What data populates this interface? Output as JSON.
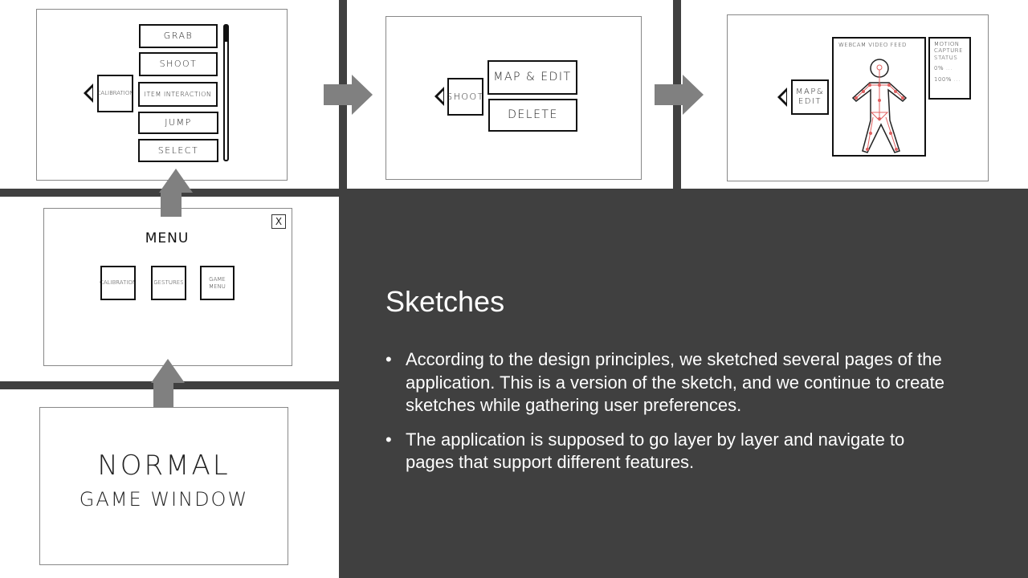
{
  "slide_title": "Sketches",
  "bullets": [
    "According to the design principles, we sketched several pages of the application. This is a version of the sketch, and we continue to create sketches while gathering user preferences.",
    "The application is supposed to go layer by layer and navigate to pages that support different features."
  ],
  "sketch_gestures": {
    "back_label": "CALIBRATION",
    "items": [
      "GRAB",
      "SHOOT",
      "ITEM INTERACTION",
      "JUMP",
      "SELECT"
    ]
  },
  "sketch_shoot": {
    "back_label": "SHOOT",
    "items": [
      "MAP & EDIT",
      "DELETE"
    ]
  },
  "sketch_map_edit": {
    "back_label_1": "MAP&",
    "back_label_2": "EDIT",
    "feed_label": "WEBCAM VIDEO FEED",
    "status_lines": [
      "MOTION",
      "CAPTURE",
      "STATUS",
      "0% ...",
      "100% ..."
    ]
  },
  "sketch_menu": {
    "title": "MENU",
    "close": "X",
    "items": [
      "CALIBRATION",
      "GESTURES",
      "GAME",
      "MENU"
    ]
  },
  "sketch_normal": {
    "line1": "NORMAL",
    "line2": "GAME WINDOW"
  },
  "colors": {
    "background": "#404040",
    "arrow": "#808080",
    "figure": "#e06060"
  }
}
